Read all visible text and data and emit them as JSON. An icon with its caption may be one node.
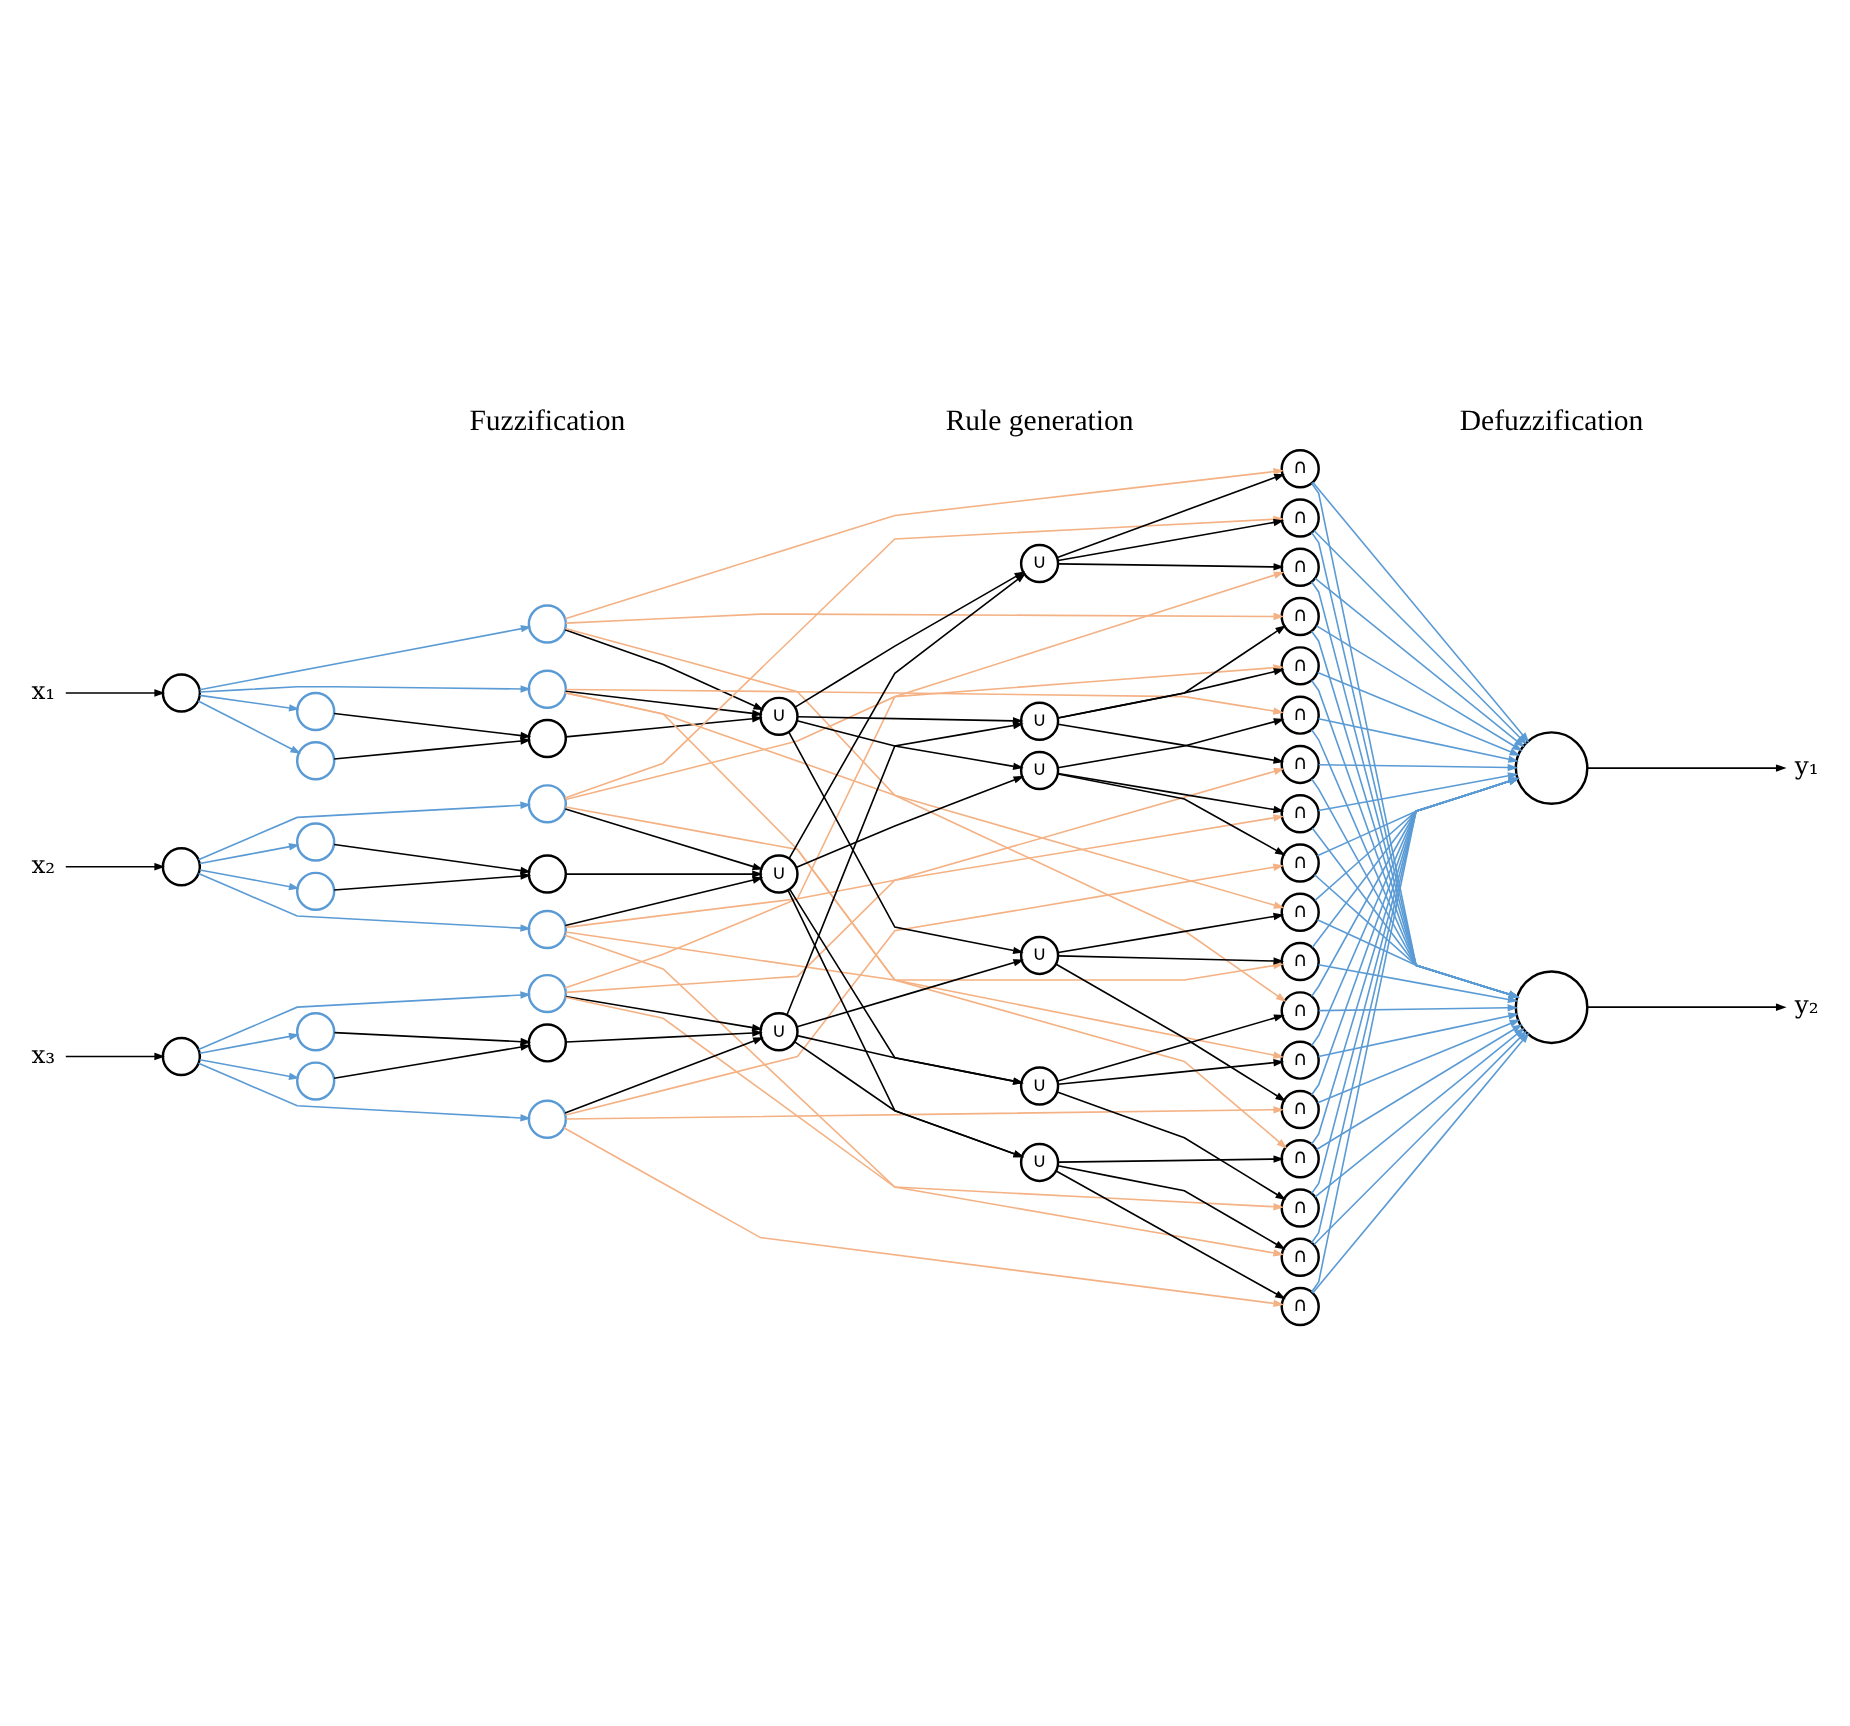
{
  "diagram": {
    "nodes": [
      {
        "text": [
          "x₁"
        ]
      },
      {
        "text": [
          "x₂"
        ]
      },
      {
        "text": [
          "x₃"
        ]
      },
      {
        "text": [],
        "shape": "circle"
      },
      {
        "text": [],
        "shape": "circle"
      },
      {
        "text": [],
        "shape": "circle"
      },
      {
        "text": [],
        "shape": "circle"
      },
      {
        "text": [],
        "shape": "circle"
      },
      {
        "text": [],
        "shape": "circle"
      },
      {
        "text": [],
        "shape": "circle"
      },
      {
        "text": [],
        "shape": "circle"
      },
      {
        "text": [],
        "shape": "circle"
      },
      {
        "text": [],
        "shape": "circle"
      },
      {
        "text": [],
        "shape": "circle"
      },
      {
        "text": [],
        "shape": "circle"
      },
      {
        "text": [],
        "shape": "circle"
      },
      {
        "text": [],
        "shape": "circle"
      },
      {
        "text": [],
        "shape": "circle"
      },
      {
        "text": [],
        "shape": "circle"
      },
      {
        "text": [],
        "shape": "circle"
      },
      {
        "text": [],
        "shape": "circle"
      },
      {
        "text": [
          "∪"
        ]
      },
      {
        "text": [
          "∪"
        ]
      },
      {
        "text": [
          "∪"
        ]
      },
      {
        "text": [
          "∪"
        ]
      },
      {
        "text": [
          "∪"
        ]
      },
      {
        "text": [
          "∪"
        ]
      },
      {
        "text": [
          "∪"
        ]
      },
      {
        "text": [
          "∪"
        ]
      },
      {
        "text": [
          "∪"
        ]
      },
      {
        "text": [
          "∩"
        ]
      },
      {
        "text": [
          "∩"
        ]
      },
      {
        "text": [
          "∩"
        ]
      },
      {
        "text": [
          "∩"
        ]
      },
      {
        "text": [
          "∩"
        ]
      },
      {
        "text": [
          "∩"
        ]
      },
      {
        "text": [
          "∩"
        ]
      },
      {
        "text": [
          "∩"
        ]
      },
      {
        "text": [
          "∩"
        ]
      },
      {
        "text": [
          "∩"
        ]
      },
      {
        "text": [
          "∩"
        ]
      },
      {
        "text": [
          "∩"
        ]
      },
      {
        "text": [
          "∩"
        ]
      },
      {
        "text": [
          "∩"
        ]
      },
      {
        "text": [
          "∩"
        ]
      },
      {
        "text": [
          "∩"
        ]
      },
      {
        "text": [
          "∩"
        ]
      },
      {
        "text": [
          "∩"
        ]
      },
      {
        "text": [],
        "shape": "circle"
      },
      {
        "text": [],
        "shape": "circle"
      },
      {
        "text": [
          "y₁"
        ]
      },
      {
        "text": [
          "y₂"
        ]
      }
    ],
    "edges": [
      {
        "from": 0,
        "to": 3,
        "arrow": "to"
      },
      {
        "from": 1,
        "to": 4,
        "arrow": "to"
      },
      {
        "from": 2,
        "to": 5,
        "arrow": "to"
      },
      {
        "from": 3,
        "to": 6,
        "arrow": "to",
        "color": "#5b9bd5"
      },
      {
        "from": 3,
        "to": 7,
        "arrow": "to",
        "color": "#5b9bd5"
      },
      {
        "from": 3,
        "to": 8,
        "arrow": "to",
        "color": "#5b9bd5"
      },
      {
        "from": 3,
        "to": 10,
        "arrow": "to",
        "color": "#5b9bd5"
      },
      {
        "from": 7,
        "to": 9,
        "arrow": "to"
      },
      {
        "from": 8,
        "to": 9,
        "arrow": "to"
      },
      {
        "from": 6,
        "to": 21,
        "arrow": "to"
      },
      {
        "from": 9,
        "to": 21,
        "arrow": "to"
      },
      {
        "from": 10,
        "to": 21,
        "arrow": "to"
      },
      {
        "from": 4,
        "to": 11,
        "arrow": "to",
        "color": "#5b9bd5"
      },
      {
        "from": 4,
        "to": 12,
        "arrow": "to",
        "color": "#5b9bd5"
      },
      {
        "from": 4,
        "to": 13,
        "arrow": "to",
        "color": "#5b9bd5"
      },
      {
        "from": 4,
        "to": 15,
        "arrow": "to",
        "color": "#5b9bd5"
      },
      {
        "from": 12,
        "to": 14,
        "arrow": "to"
      },
      {
        "from": 13,
        "to": 14,
        "arrow": "to"
      },
      {
        "from": 11,
        "to": 22,
        "arrow": "to"
      },
      {
        "from": 14,
        "to": 22,
        "arrow": "to"
      },
      {
        "from": 15,
        "to": 22,
        "arrow": "to"
      },
      {
        "from": 5,
        "to": 16,
        "arrow": "to",
        "color": "#5b9bd5"
      },
      {
        "from": 5,
        "to": 17,
        "arrow": "to",
        "color": "#5b9bd5"
      },
      {
        "from": 5,
        "to": 18,
        "arrow": "to",
        "color": "#5b9bd5"
      },
      {
        "from": 5,
        "to": 20,
        "arrow": "to",
        "color": "#5b9bd5"
      },
      {
        "from": 17,
        "to": 19,
        "arrow": "to"
      },
      {
        "from": 18,
        "to": 19,
        "arrow": "to"
      },
      {
        "from": 16,
        "to": 23,
        "arrow": "to"
      },
      {
        "from": 19,
        "to": 23,
        "arrow": "to"
      },
      {
        "from": 20,
        "to": 23,
        "arrow": "to"
      },
      {
        "from": 21,
        "to": 25,
        "arrow": "to"
      },
      {
        "from": 21,
        "to": 26,
        "arrow": "to"
      },
      {
        "from": 21,
        "to": 28,
        "arrow": "to"
      },
      {
        "from": 21,
        "to": 29,
        "arrow": "to"
      },
      {
        "from": 22,
        "to": 24,
        "arrow": "to"
      },
      {
        "from": 22,
        "to": 26,
        "arrow": "to"
      },
      {
        "from": 22,
        "to": 27,
        "arrow": "to"
      },
      {
        "from": 22,
        "to": 29,
        "arrow": "to"
      },
      {
        "from": 23,
        "to": 24,
        "arrow": "to"
      },
      {
        "from": 23,
        "to": 25,
        "arrow": "to"
      },
      {
        "from": 23,
        "to": 27,
        "arrow": "to"
      },
      {
        "from": 23,
        "to": 28,
        "arrow": "to"
      },
      {
        "from": 24,
        "to": 30,
        "arrow": "to"
      },
      {
        "from": 24,
        "to": 31,
        "arrow": "to"
      },
      {
        "from": 24,
        "to": 32,
        "arrow": "to"
      },
      {
        "from": 25,
        "to": 33,
        "arrow": "to"
      },
      {
        "from": 25,
        "to": 34,
        "arrow": "to"
      },
      {
        "from": 25,
        "to": 35,
        "arrow": "to"
      },
      {
        "from": 26,
        "to": 36,
        "arrow": "to"
      },
      {
        "from": 26,
        "to": 37,
        "arrow": "to"
      },
      {
        "from": 26,
        "to": 38,
        "arrow": "to"
      },
      {
        "from": 27,
        "to": 39,
        "arrow": "to"
      },
      {
        "from": 27,
        "to": 40,
        "arrow": "to"
      },
      {
        "from": 27,
        "to": 41,
        "arrow": "to"
      },
      {
        "from": 28,
        "to": 42,
        "arrow": "to"
      },
      {
        "from": 28,
        "to": 43,
        "arrow": "to"
      },
      {
        "from": 28,
        "to": 44,
        "arrow": "to"
      },
      {
        "from": 29,
        "to": 45,
        "arrow": "to"
      },
      {
        "from": 29,
        "to": 46,
        "arrow": "to"
      },
      {
        "from": 29,
        "to": 47,
        "arrow": "to"
      },
      {
        "from": 6,
        "to": 30,
        "arrow": "to",
        "color": "#f4b183"
      },
      {
        "from": 11,
        "to": 31,
        "arrow": "to",
        "color": "#f4b183"
      },
      {
        "from": 16,
        "to": 32,
        "arrow": "to",
        "color": "#f4b183"
      },
      {
        "from": 10,
        "to": 33,
        "arrow": "to",
        "color": "#f4b183"
      },
      {
        "from": 15,
        "to": 34,
        "arrow": "to",
        "color": "#f4b183"
      },
      {
        "from": 20,
        "to": 35,
        "arrow": "to",
        "color": "#f4b183"
      },
      {
        "from": 6,
        "to": 36,
        "arrow": "to",
        "color": "#f4b183"
      },
      {
        "from": 11,
        "to": 37,
        "arrow": "to",
        "color": "#f4b183"
      },
      {
        "from": 16,
        "to": 38,
        "arrow": "to",
        "color": "#f4b183"
      },
      {
        "from": 10,
        "to": 39,
        "arrow": "to",
        "color": "#f4b183"
      },
      {
        "from": 15,
        "to": 40,
        "arrow": "to",
        "color": "#f4b183"
      },
      {
        "from": 20,
        "to": 41,
        "arrow": "to",
        "color": "#f4b183"
      },
      {
        "from": 6,
        "to": 42,
        "arrow": "to",
        "color": "#f4b183"
      },
      {
        "from": 11,
        "to": 43,
        "arrow": "to",
        "color": "#f4b183"
      },
      {
        "from": 16,
        "to": 44,
        "arrow": "to",
        "color": "#f4b183"
      },
      {
        "from": 10,
        "to": 45,
        "arrow": "to",
        "color": "#f4b183"
      },
      {
        "from": 15,
        "to": 46,
        "arrow": "to",
        "color": "#f4b183"
      },
      {
        "from": 20,
        "to": 47,
        "arrow": "to",
        "color": "#f4b183"
      },
      {
        "from": 30,
        "to": 48,
        "arrow": "to",
        "color": "#5b9bd5"
      },
      {
        "from": 30,
        "to": 49,
        "arrow": "to",
        "color": "#5b9bd5"
      },
      {
        "from": 31,
        "to": 48,
        "arrow": "to",
        "color": "#5b9bd5"
      },
      {
        "from": 31,
        "to": 49,
        "arrow": "to",
        "color": "#5b9bd5"
      },
      {
        "from": 32,
        "to": 48,
        "arrow": "to",
        "color": "#5b9bd5"
      },
      {
        "from": 32,
        "to": 49,
        "arrow": "to",
        "color": "#5b9bd5"
      },
      {
        "from": 33,
        "to": 48,
        "arrow": "to",
        "color": "#5b9bd5"
      },
      {
        "from": 33,
        "to": 49,
        "arrow": "to",
        "color": "#5b9bd5"
      },
      {
        "from": 34,
        "to": 48,
        "arrow": "to",
        "color": "#5b9bd5"
      },
      {
        "from": 34,
        "to": 49,
        "arrow": "to",
        "color": "#5b9bd5"
      },
      {
        "from": 35,
        "to": 48,
        "arrow": "to",
        "color": "#5b9bd5"
      },
      {
        "from": 35,
        "to": 49,
        "arrow": "to",
        "color": "#5b9bd5"
      },
      {
        "from": 36,
        "to": 48,
        "arrow": "to",
        "color": "#5b9bd5"
      },
      {
        "from": 36,
        "to": 49,
        "arrow": "to",
        "color": "#5b9bd5"
      },
      {
        "from": 37,
        "to": 48,
        "arrow": "to",
        "color": "#5b9bd5"
      },
      {
        "from": 37,
        "to": 49,
        "arrow": "to",
        "color": "#5b9bd5"
      },
      {
        "from": 38,
        "to": 48,
        "arrow": "to",
        "color": "#5b9bd5"
      },
      {
        "from": 38,
        "to": 49,
        "arrow": "to",
        "color": "#5b9bd5"
      },
      {
        "from": 39,
        "to": 48,
        "arrow": "to",
        "color": "#5b9bd5"
      },
      {
        "from": 39,
        "to": 49,
        "arrow": "to",
        "color": "#5b9bd5"
      },
      {
        "from": 40,
        "to": 48,
        "arrow": "to",
        "color": "#5b9bd5"
      },
      {
        "from": 40,
        "to": 49,
        "arrow": "to",
        "color": "#5b9bd5"
      },
      {
        "from": 41,
        "to": 48,
        "arrow": "to",
        "color": "#5b9bd5"
      },
      {
        "from": 41,
        "to": 49,
        "arrow": "to",
        "color": "#5b9bd5"
      },
      {
        "from": 42,
        "to": 48,
        "arrow": "to",
        "color": "#5b9bd5"
      },
      {
        "from": 42,
        "to": 49,
        "arrow": "to",
        "color": "#5b9bd5"
      },
      {
        "from": 43,
        "to": 48,
        "arrow": "to",
        "color": "#5b9bd5"
      },
      {
        "from": 43,
        "to": 49,
        "arrow": "to",
        "color": "#5b9bd5"
      },
      {
        "from": 44,
        "to": 48,
        "arrow": "to",
        "color": "#5b9bd5"
      },
      {
        "from": 44,
        "to": 49,
        "arrow": "to",
        "color": "#5b9bd5"
      },
      {
        "from": 45,
        "to": 48,
        "arrow": "to",
        "color": "#5b9bd5"
      },
      {
        "from": 45,
        "to": 49,
        "arrow": "to",
        "color": "#5b9bd5"
      },
      {
        "from": 46,
        "to": 48,
        "arrow": "to",
        "color": "#5b9bd5"
      },
      {
        "from": 46,
        "to": 49,
        "arrow": "to",
        "color": "#5b9bd5"
      },
      {
        "from": 47,
        "to": 48,
        "arrow": "to",
        "color": "#5b9bd5"
      },
      {
        "from": 47,
        "to": 49,
        "arrow": "to",
        "color": "#5b9bd5"
      },
      {
        "from": 48,
        "to": 50,
        "arrow": "to"
      },
      {
        "from": 49,
        "to": 51,
        "arrow": "to"
      }
    ],
    "labels": [
      "Fuzzification",
      "Rule generation",
      "Defuzzification"
    ]
  }
}
